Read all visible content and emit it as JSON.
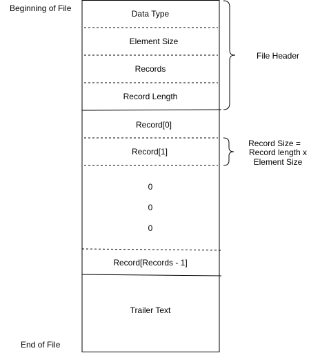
{
  "labels": {
    "begin_of_file": "Beginning of File",
    "end_of_file": "End of File",
    "file_header": "File Header",
    "record_size_lines": [
      "Record Size =",
      "Record length x",
      "Element Size"
    ]
  },
  "sections": {
    "data_type": "Data Type",
    "element_size": "Element Size",
    "records": "Records",
    "record_length": "Record Length",
    "record_0": "Record[0]",
    "record_1": "Record[1]",
    "ellipsis": [
      "0",
      "0",
      "0"
    ],
    "record_last": "Record[Records - 1]",
    "trailer": "Trailer Text"
  },
  "colors": {
    "line": "#000000",
    "background": "#ffffff"
  }
}
